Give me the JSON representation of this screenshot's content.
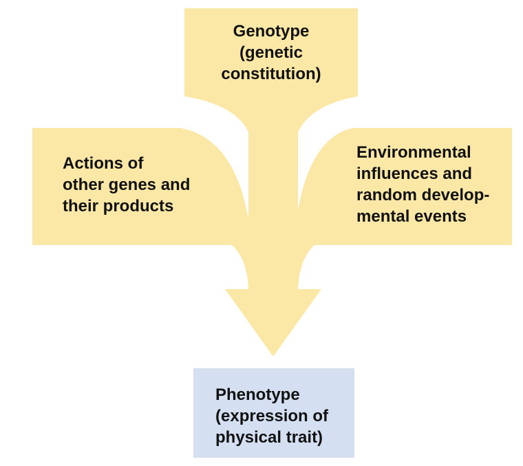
{
  "colors": {
    "input_fill": "#fbe8a6",
    "output_fill": "#d4e0f1",
    "text": "#111111"
  },
  "genotype": {
    "lines": [
      "Genotype",
      "(genetic",
      "constitution)"
    ]
  },
  "other_genes": {
    "lines": [
      "Actions of",
      "other genes and",
      "their products"
    ]
  },
  "environment": {
    "lines": [
      "Environmental",
      "influences and",
      "random develop-",
      "mental events"
    ]
  },
  "phenotype": {
    "lines": [
      "Phenotype",
      "(expression of",
      "physical trait)"
    ]
  }
}
